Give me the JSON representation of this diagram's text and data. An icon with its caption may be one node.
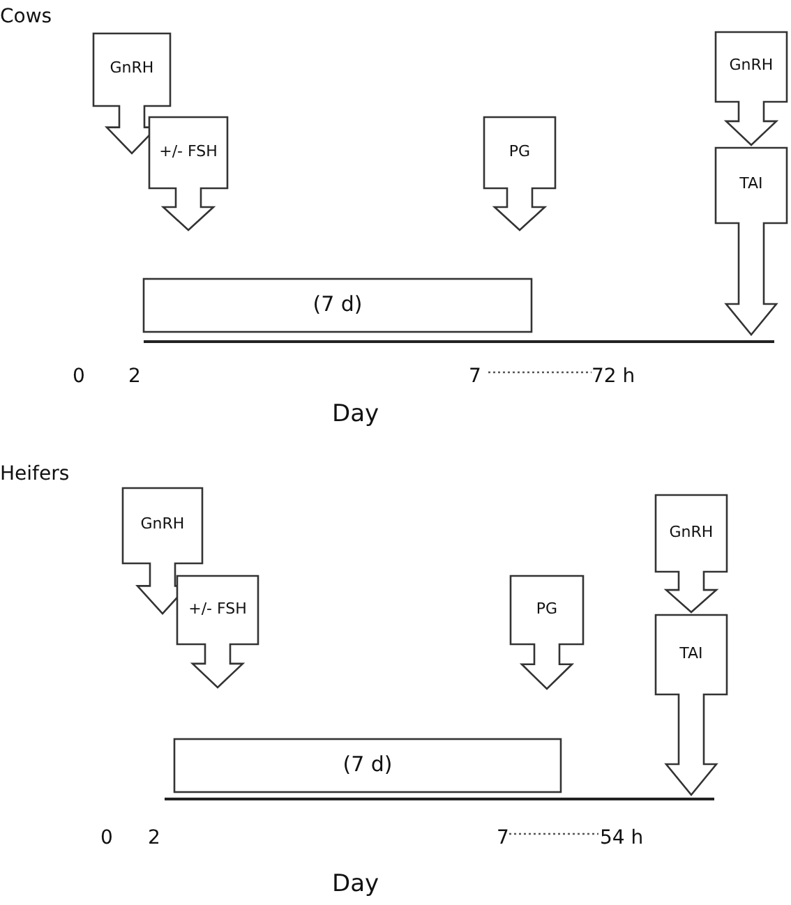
{
  "diagram": {
    "nodes": [
      {
        "text": [
          "GnRH"
        ]
      },
      {
        "text": [
          "+/- FSH"
        ]
      },
      {
        "text": [
          "PG"
        ]
      },
      {
        "text": [
          "GnRH"
        ]
      },
      {
        "text": [
          "TAI"
        ]
      },
      {
        "text": [
          "(7 d)"
        ]
      },
      {
        "text": [
          "GnRH"
        ]
      },
      {
        "text": [
          "+/- FSH"
        ]
      },
      {
        "text": [
          "PG"
        ]
      },
      {
        "text": [
          "GnRH"
        ]
      },
      {
        "text": [
          "TAI"
        ]
      },
      {
        "text": [
          "(7 d)"
        ]
      }
    ],
    "labels": [
      "Cows",
      "0",
      "2",
      "7",
      "72 h",
      "Day",
      "Heifers",
      "0",
      "2",
      "7",
      "54 h",
      "Day"
    ]
  }
}
